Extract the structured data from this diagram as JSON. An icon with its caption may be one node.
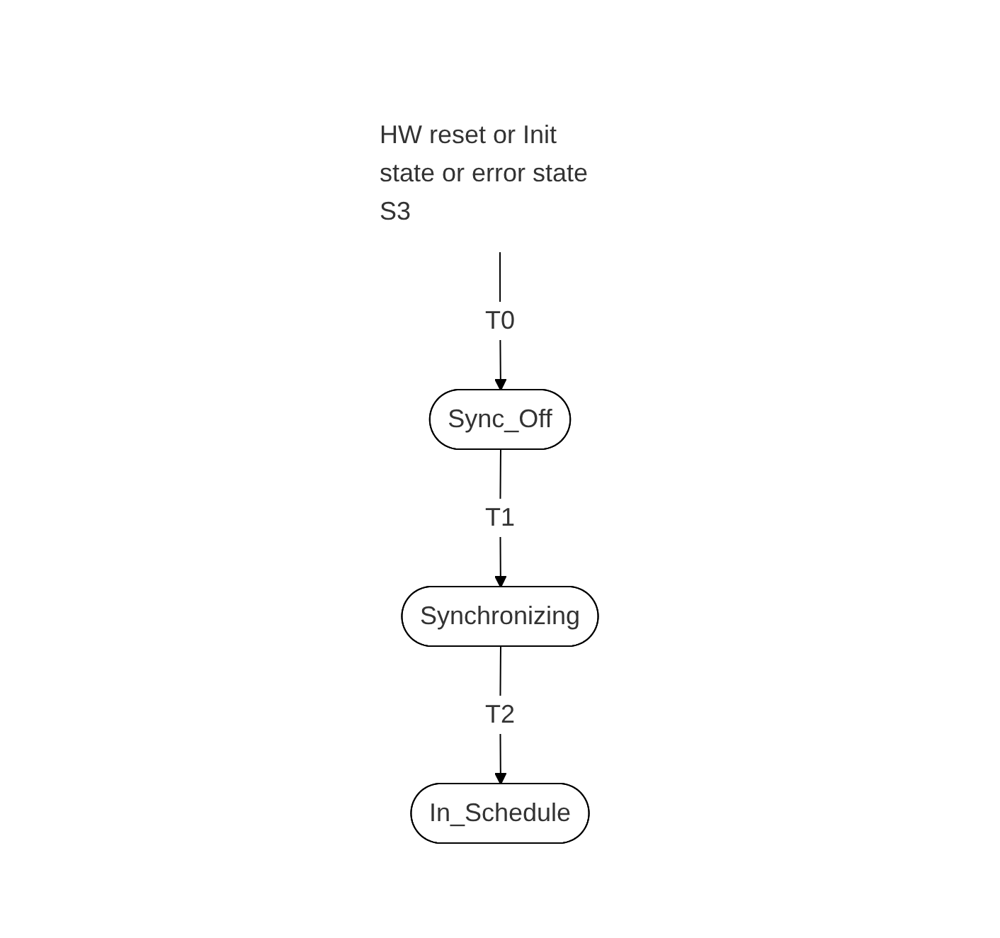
{
  "diagram": {
    "nodes": [
      {
        "text": [
          "HW reset or Init state or error state S3"
        ]
      },
      {
        "text": [
          "Sync_Off"
        ]
      },
      {
        "text": [
          "Synchronizing"
        ]
      },
      {
        "text": [
          "In_Schedule"
        ]
      }
    ],
    "edges": [
      {
        "from": 0,
        "to": 1,
        "arrow": "to",
        "label": "T0"
      },
      {
        "from": 1,
        "to": 2,
        "arrow": "to",
        "label": "T1"
      },
      {
        "from": 2,
        "to": 3,
        "arrow": "to",
        "label": "T2"
      }
    ]
  }
}
